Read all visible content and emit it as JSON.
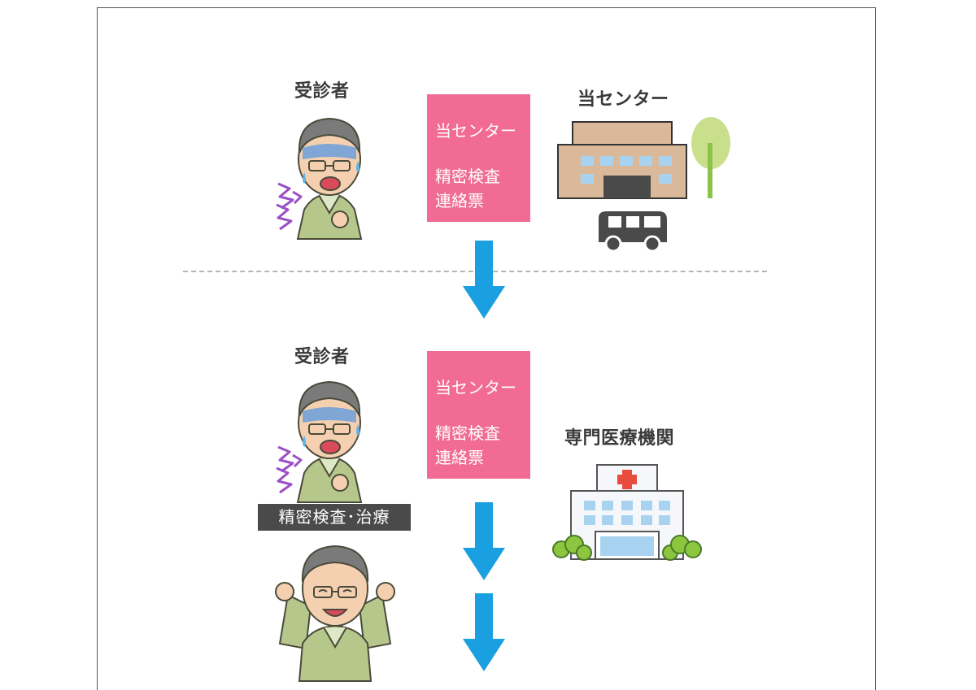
{
  "diagram": {
    "top": {
      "patient_label": "受診者",
      "card": {
        "line1": "当センター",
        "line2": "精密検査",
        "line3": "連絡票"
      },
      "center_label": "当センター"
    },
    "bottom": {
      "patient_label": "受診者",
      "card": {
        "line1": "当センター",
        "line2": "精密検査",
        "line3": "連絡票"
      },
      "hospital_label": "専門医療機関",
      "badge": "精密検査･治療"
    },
    "colors": {
      "card": "#f16b94",
      "arrow": "#1a9fe0",
      "badge": "#4a4a4a",
      "divider": "#b5b5b5"
    }
  }
}
